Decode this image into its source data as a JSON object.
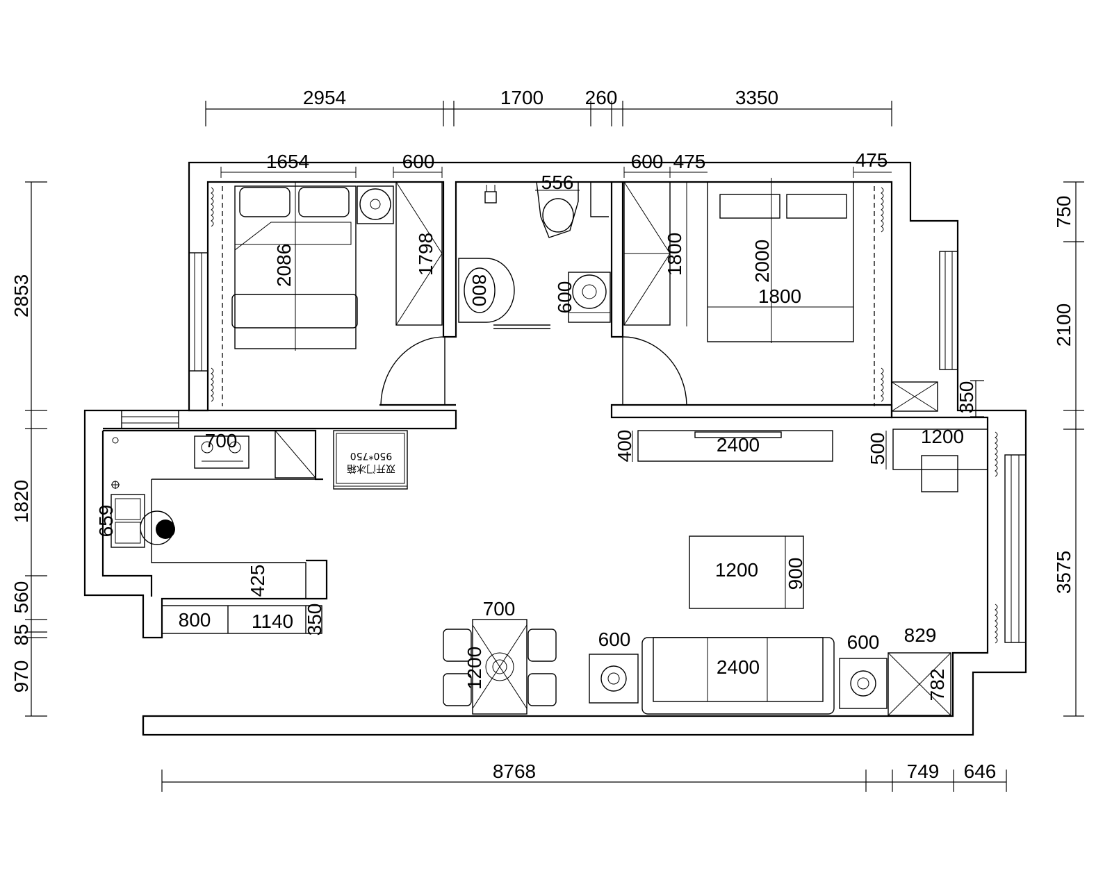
{
  "dimensions": {
    "top": [
      "2954",
      "1700",
      "260",
      "3350"
    ],
    "bottom": [
      "8768",
      "749",
      "646"
    ],
    "left": [
      "2853",
      "1820",
      "560",
      "85",
      "970"
    ],
    "right": [
      "750",
      "2100",
      "350",
      "3575"
    ]
  },
  "furniture_labels": {
    "bed1_width": "1654",
    "wardrobe1_width": "600",
    "bed1_length": "2086",
    "wardrobe1_length": "1798",
    "toilet_width": "556",
    "washbasin": "800",
    "washer": "600",
    "wardrobe2_width": "600",
    "gap_475_left": "475",
    "gap_475_right": "475",
    "wardrobe2_length": "1800",
    "bed2_length": "2000",
    "bed2_width": "1800",
    "tv_cabinet_depth": "400",
    "tv_cabinet_width": "2400",
    "desk_depth": "500",
    "desk_width": "1200",
    "stove_width": "700",
    "sink_width": "659",
    "counter_depth": "425",
    "cabinet_800": "800",
    "cabinet_1140": "1140",
    "cabinet_350": "350",
    "dining_width": "700",
    "dining_length": "1200",
    "coffee_table_width": "1200",
    "coffee_table_depth": "900",
    "side_table_left": "600",
    "sofa_width": "2400",
    "side_table_right": "600",
    "cabinet_829": "829",
    "cabinet_782": "782",
    "appliance_text_1": "950*750",
    "appliance_text_2": "双开门冰箱"
  },
  "colors": {
    "line": "#000000",
    "background": "#ffffff"
  }
}
